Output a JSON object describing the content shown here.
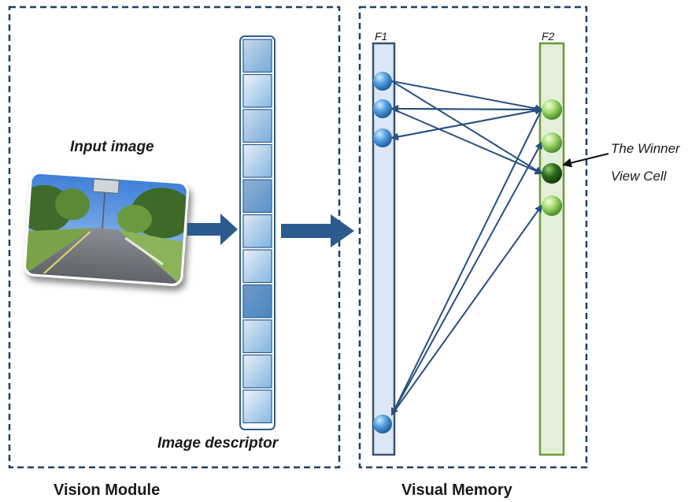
{
  "vision_module": {
    "title": "Vision Module",
    "input_image_label": "Input image",
    "image_descriptor_label": "Image descriptor",
    "descriptor_cell_shades": [
      0.35,
      0.1,
      0.3,
      0.15,
      0.7,
      0.2,
      0.15,
      0.9,
      0.2,
      0.15,
      0.1
    ]
  },
  "visual_memory": {
    "title": "Visual Memory",
    "f1_label": "F1",
    "f2_label": "F2",
    "winner_label_line1": "The Winner",
    "winner_label_line2": "View Cell"
  },
  "colors": {
    "dashed_border": "#1f3f66",
    "arrow_blue": "#2b5b8c",
    "connection_blue": "#274f80",
    "f1_fill": "#dbe7f5",
    "f1_stroke": "#3b5170",
    "f2_fill": "#e3f0d9",
    "f2_stroke": "#6b9a3a",
    "f1_node": "#4a90d9",
    "f2_node": "#9bd36a",
    "winner_node": "#2f6b1f"
  }
}
